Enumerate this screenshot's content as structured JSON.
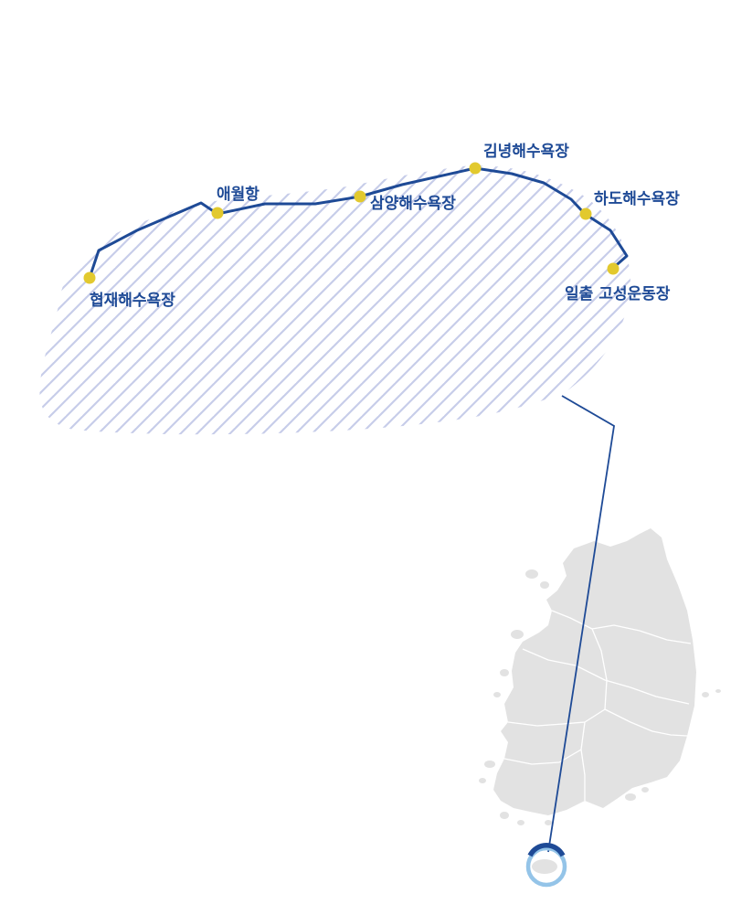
{
  "map": {
    "colors": {
      "route": "#1e4a96",
      "stop": "#e2c92e",
      "label": "#1e4a96",
      "hatch": "#c7cde9",
      "land": "#e2e2e2",
      "region_border": "#ffffff",
      "marker_ring": "#94c4e8",
      "marker_arc": "#1e4a96"
    },
    "stops": [
      {
        "label": "협재해수욕장"
      },
      {
        "label": "애월항"
      },
      {
        "label": "삼양해수욕장"
      },
      {
        "label": "김녕해수욕장"
      },
      {
        "label": "하도해수욕장"
      },
      {
        "label": "일출 고성운동장"
      }
    ]
  }
}
